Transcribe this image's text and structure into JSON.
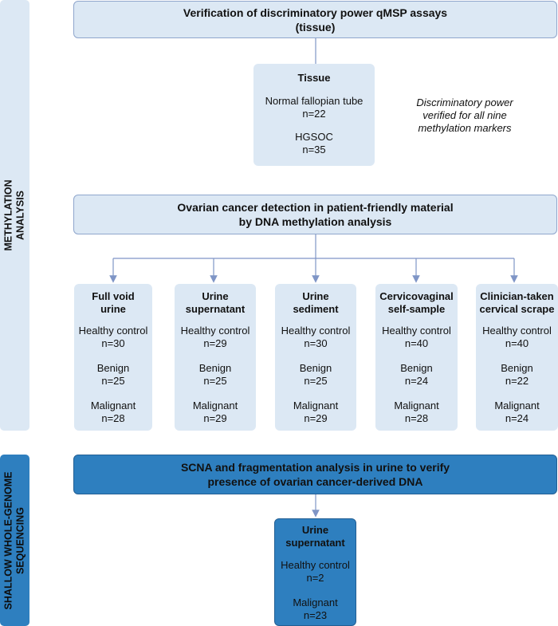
{
  "side_labels": {
    "methylation": "METHYLATION\nANALYSIS",
    "sequencing": "SHALLOW WHOLE-GENOME\nSEQUENCING"
  },
  "verification": {
    "title": "Verification of discriminatory power qMSP assays\n(tissue)"
  },
  "tissue": {
    "title": "Tissue",
    "groups": [
      {
        "label": "Normal fallopian tube",
        "n": "n=22"
      },
      {
        "label": "HGSOC",
        "n": "n=35"
      }
    ]
  },
  "note": "Discriminatory power\nverified for all nine\nmethylation markers",
  "detection": {
    "title": "Ovarian cancer detection in patient-friendly material\nby DNA methylation analysis"
  },
  "samples": [
    {
      "title": "Full void\nurine",
      "groups": [
        {
          "label": "Healthy control",
          "n": "n=30"
        },
        {
          "label": "Benign",
          "n": "n=25"
        },
        {
          "label": "Malignant",
          "n": "n=28"
        }
      ]
    },
    {
      "title": "Urine\nsupernatant",
      "groups": [
        {
          "label": "Healthy control",
          "n": "n=29"
        },
        {
          "label": "Benign",
          "n": "n=25"
        },
        {
          "label": "Malignant",
          "n": "n=29"
        }
      ]
    },
    {
      "title": "Urine\nsediment",
      "groups": [
        {
          "label": "Healthy control",
          "n": "n=30"
        },
        {
          "label": "Benign",
          "n": "n=25"
        },
        {
          "label": "Malignant",
          "n": "n=29"
        }
      ]
    },
    {
      "title": "Cervicovaginal\nself-sample",
      "groups": [
        {
          "label": "Healthy control",
          "n": "n=40"
        },
        {
          "label": "Benign",
          "n": "n=24"
        },
        {
          "label": "Malignant",
          "n": "n=28"
        }
      ]
    },
    {
      "title": "Clinician-taken\ncervical scrape",
      "groups": [
        {
          "label": "Healthy control",
          "n": "n=40"
        },
        {
          "label": "Benign",
          "n": "n=22"
        },
        {
          "label": "Malignant",
          "n": "n=24"
        }
      ]
    }
  ],
  "scna": {
    "title": "SCNA and fragmentation analysis in urine to verify\npresence of ovarian cancer-derived DNA"
  },
  "sequencing_sample": {
    "title": "Urine\nsupernatant",
    "groups": [
      {
        "label": "Healthy control",
        "n": "n=2"
      },
      {
        "label": "Malignant",
        "n": "n=23"
      }
    ]
  },
  "colors": {
    "light_fill": "#dce8f4",
    "light_border": "#8fa6cc",
    "dark_fill": "#2e7fbf",
    "connector": "#7f95c6"
  }
}
